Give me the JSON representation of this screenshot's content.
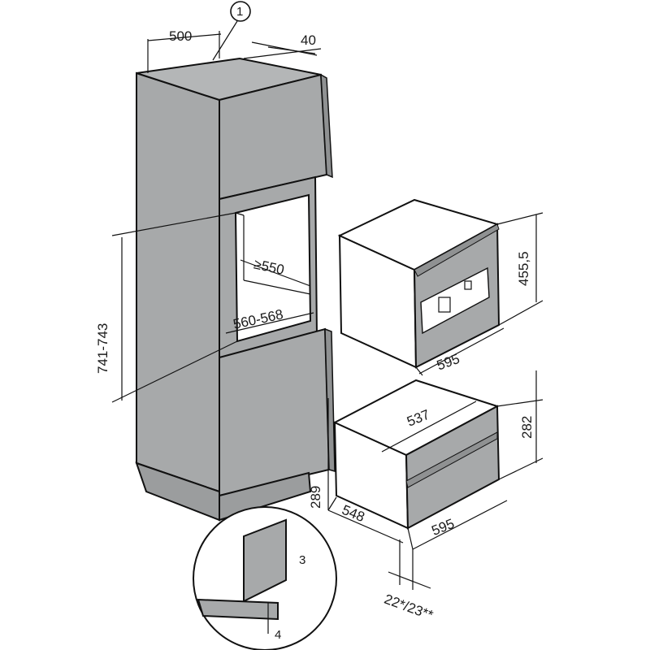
{
  "callout": {
    "number": "1"
  },
  "dimensions": {
    "cabinet_depth": "500",
    "vent_gap": "40",
    "niche_depth_min": "≥550",
    "niche_width": "560-568",
    "niche_height": "741-743",
    "coffee_height": "455,5",
    "coffee_width": "595",
    "drawer_depth_top": "537",
    "drawer_height": "282",
    "drawer_height_front": "289",
    "drawer_depth": "548",
    "drawer_width": "595",
    "front_offset": "22*/23**",
    "detail_gap_top": "3",
    "detail_gap_bottom": "4"
  },
  "colors": {
    "panel_fill": "#a7a9aa",
    "panel_dark": "#8f9192",
    "line": "#111111",
    "background": "#ffffff"
  }
}
